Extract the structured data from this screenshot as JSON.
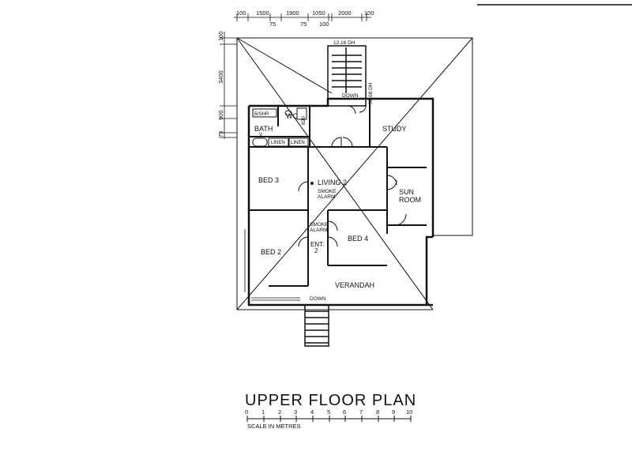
{
  "title": "UPPER FLOOR PLAN",
  "scale": {
    "ticks": [
      "0",
      "1",
      "2",
      "3",
      "4",
      "5",
      "6",
      "7",
      "8",
      "9",
      "10"
    ],
    "caption": "SCALE IN METRES"
  },
  "dimensions": {
    "top_row": [
      "100",
      "1500",
      "1900",
      "1050",
      "2000",
      "100"
    ],
    "top_sub": [
      "75",
      "75",
      "100"
    ],
    "left": [
      "100",
      "3400",
      "900",
      "75"
    ]
  },
  "rooms": {
    "bath": "BATH",
    "wc": "WC",
    "shower": "B/SHR",
    "linen1": "LINEN",
    "linen2": "LINEN",
    "study": "STUDY",
    "bed3": "BED  3",
    "living": "LIVING  2",
    "sun1": "SUN",
    "sun2": "ROOM",
    "bed2": "BED  2",
    "bed4": "BED  4",
    "ent1": "ENT.",
    "ent2": "2",
    "verandah": "VERANDAH"
  },
  "notes": {
    "smoke1a": "SMOKE",
    "smoke1b": "ALARM",
    "smoke2a": "SMOKE",
    "smoke2b": "ALARM",
    "dh1": "12.16 DH",
    "dh2": "08.08 DH",
    "down_stair": "DOWN",
    "down_front": "DOWN",
    "d820": "820",
    "v": "V"
  }
}
